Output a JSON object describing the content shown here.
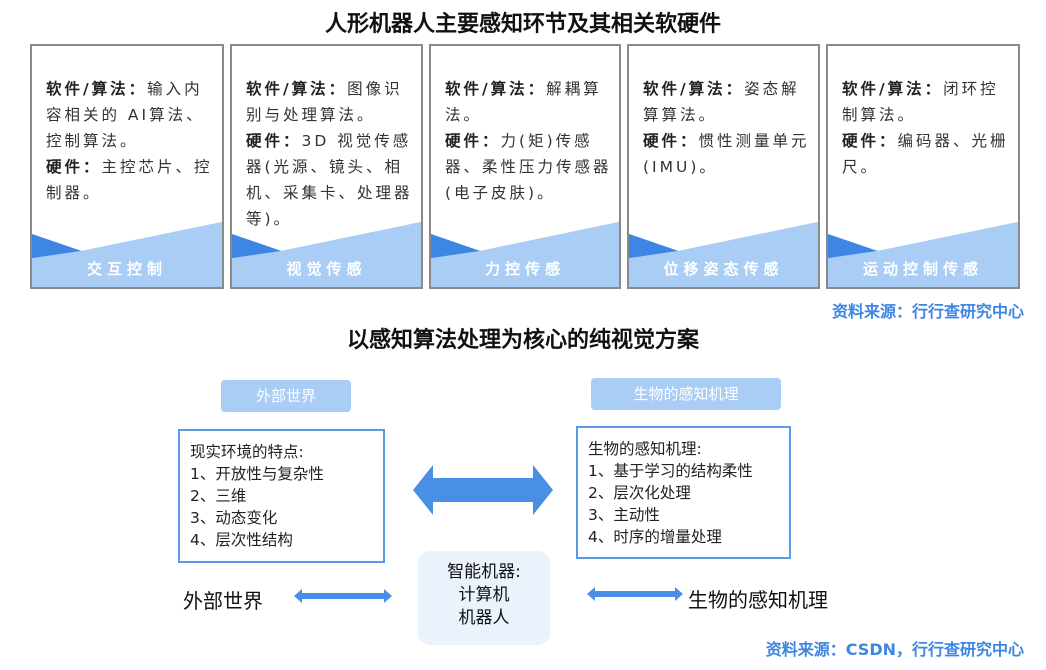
{
  "title1": "人形机器人主要感知环节及其相关软硬件",
  "cards": [
    {
      "sw_label": "软件/算法：",
      "sw_text": "输入内容相关的 AI算法、控制算法。",
      "hw_label": "硬件：",
      "hw_text": "主控芯片、控制器。",
      "label": "交互控制"
    },
    {
      "sw_label": "软件/算法：",
      "sw_text": "图像识别与处理算法。",
      "hw_label": "硬件：",
      "hw_text": "3D 视觉传感器(光源、镜头、相机、采集卡、处理器等)。",
      "label": "视觉传感"
    },
    {
      "sw_label": "软件/算法：",
      "sw_text": "解耦算法。",
      "hw_label": "硬件：",
      "hw_text": "力(矩)传感器、柔性压力传感器(电子皮肤)。",
      "label": "力控传感"
    },
    {
      "sw_label": "软件/算法：",
      "sw_text": "姿态解算算法。",
      "hw_label": "硬件：",
      "hw_text": "惯性测量单元(IMU)。",
      "label": "位移姿态传感"
    },
    {
      "sw_label": "软件/算法：",
      "sw_text": "闭环控制算法。",
      "hw_label": "硬件：",
      "hw_text": "编码器、光栅尺。",
      "label": "运动控制传感"
    }
  ],
  "source1": "资料来源：行行查研究中心",
  "title2": "以感知算法处理为核心的纯视觉方案",
  "left_pill": "外部世界",
  "right_pill": "生物的感知机理",
  "left_box": [
    "现实环境的特点:",
    "1、开放性与复杂性",
    "2、三维",
    "3、动态变化",
    "4、层次性结构"
  ],
  "right_box": [
    "生物的感知机理:",
    "1、基于学习的结构柔性",
    "2、层次化处理",
    "3、主动性",
    "4、时序的增量处理"
  ],
  "machine": [
    "智能机器:",
    "计算机",
    "机器人"
  ],
  "left_big": "外部世界",
  "right_big": "生物的感知机理",
  "source2": "资料来源：CSDN，行行查研究中心",
  "colors": {
    "accent": "#3d86e4",
    "light": "#a9cdf5"
  }
}
